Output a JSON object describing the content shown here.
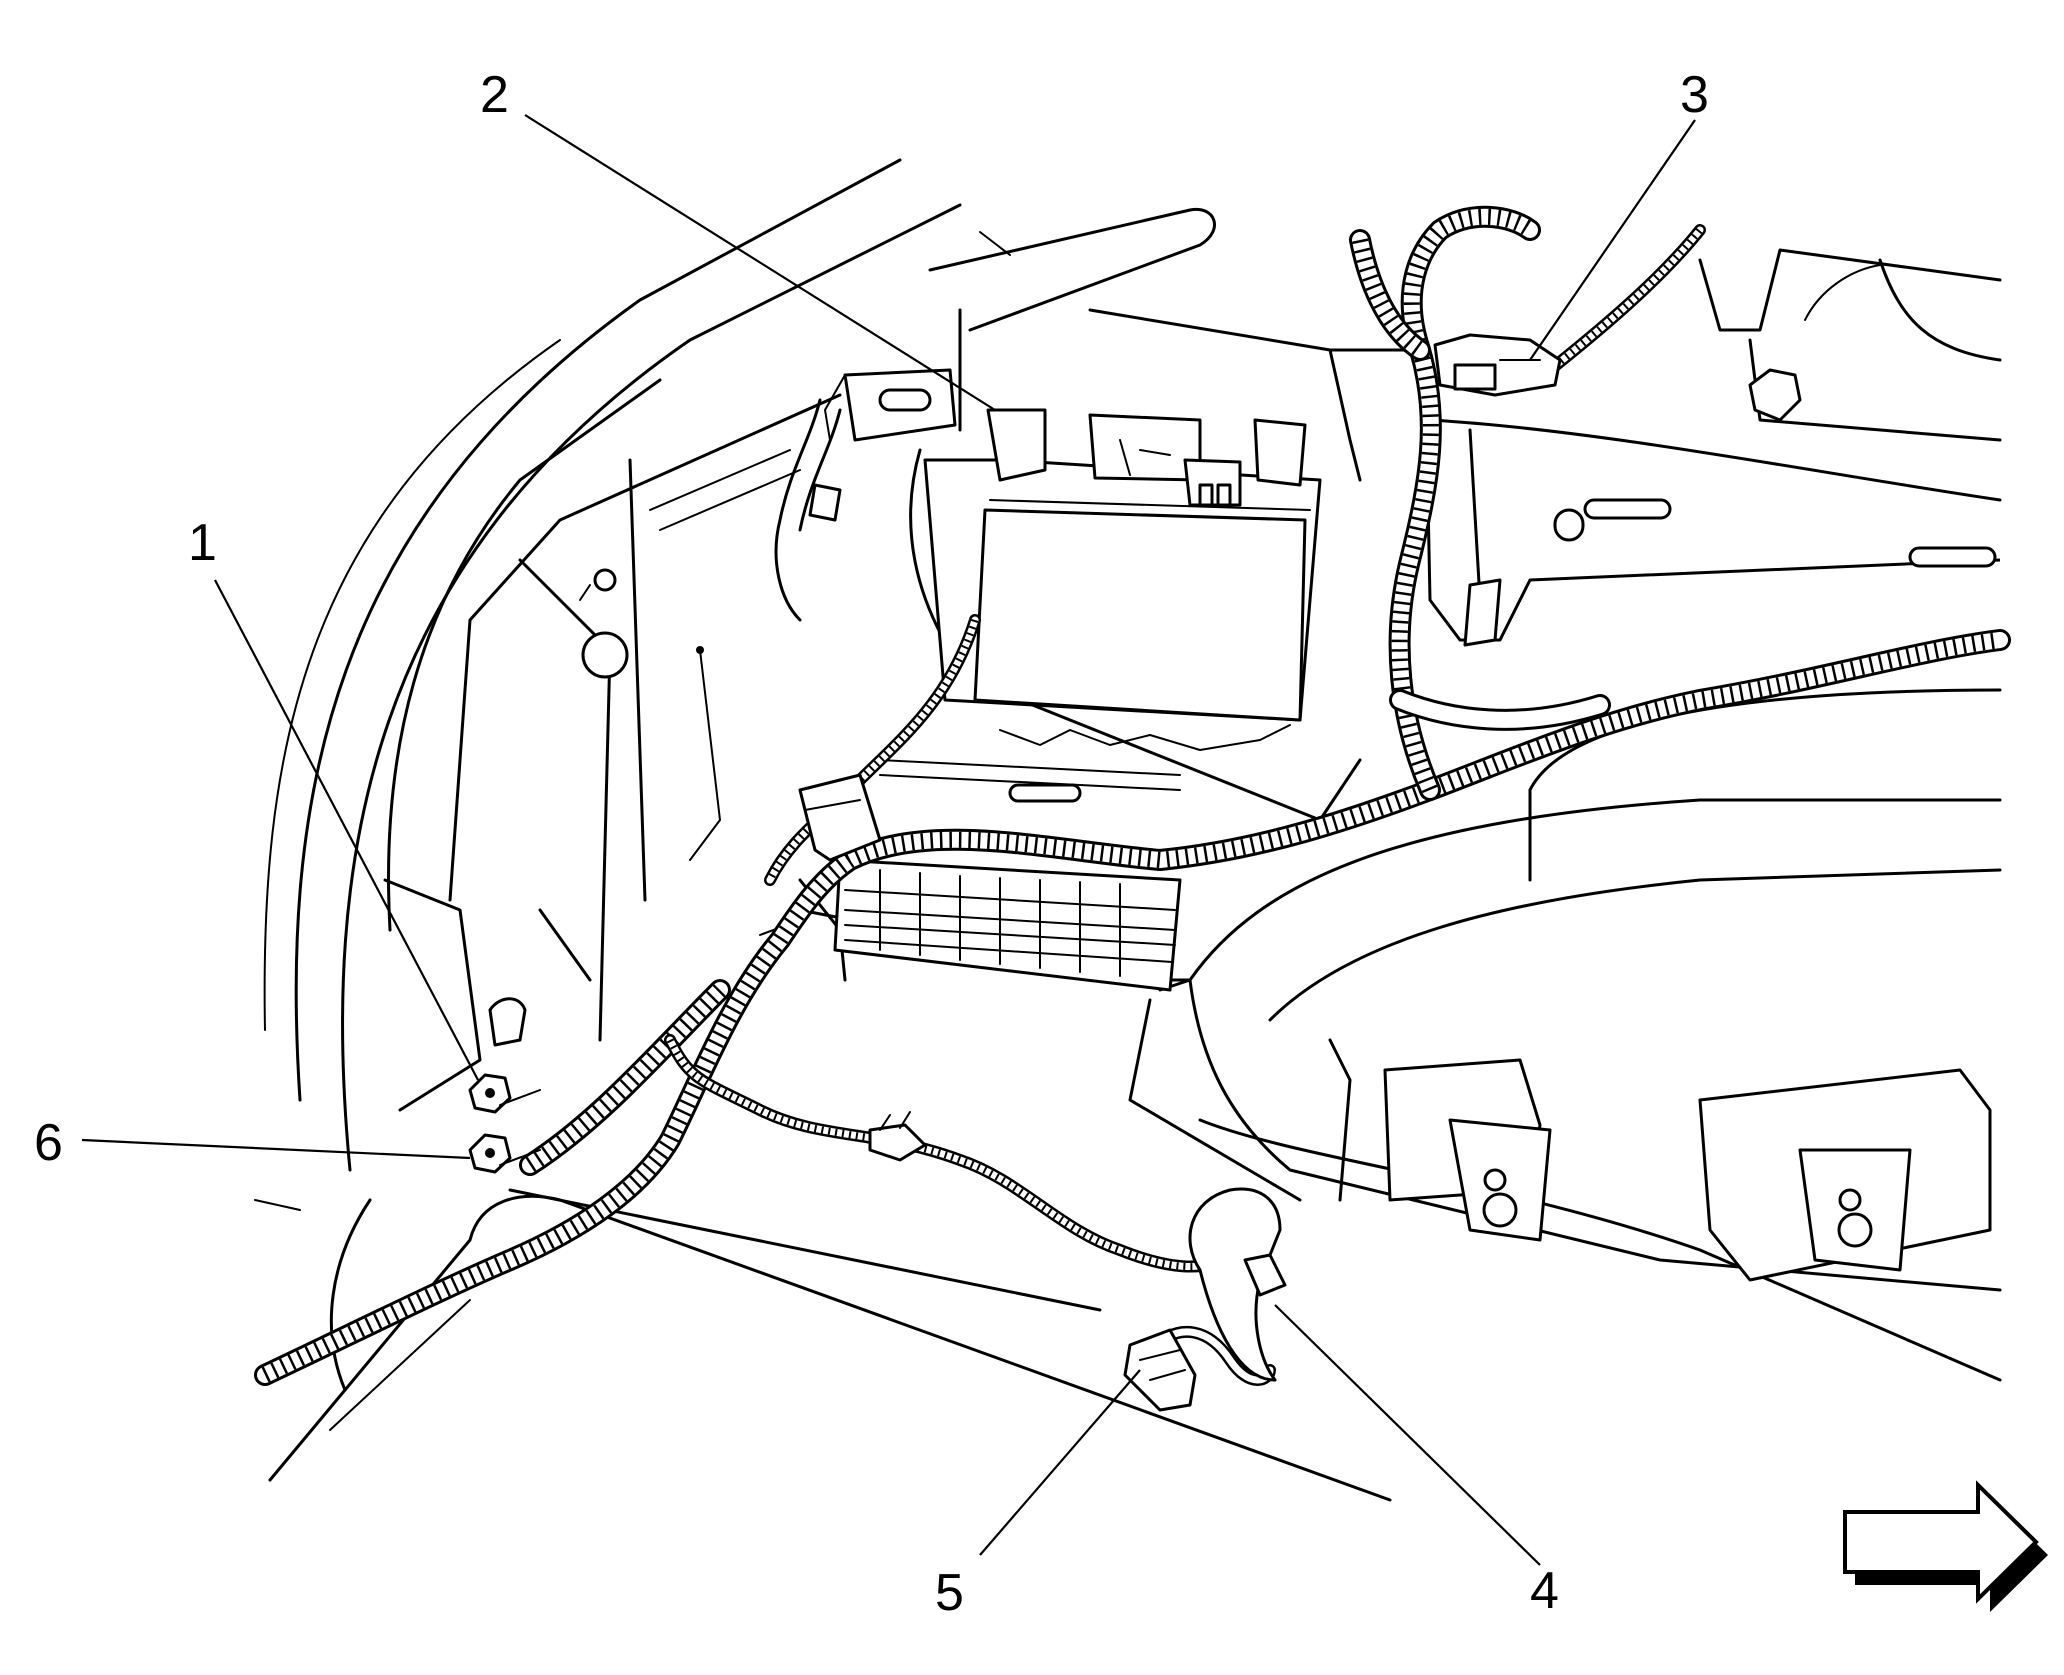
{
  "callouts": [
    {
      "id": "1",
      "label": "1"
    },
    {
      "id": "2",
      "label": "2"
    },
    {
      "id": "3",
      "label": "3"
    },
    {
      "id": "4",
      "label": "4"
    },
    {
      "id": "5",
      "label": "5"
    },
    {
      "id": "6",
      "label": "6"
    }
  ],
  "icons": {
    "direction_arrow": "right-arrow-icon"
  }
}
